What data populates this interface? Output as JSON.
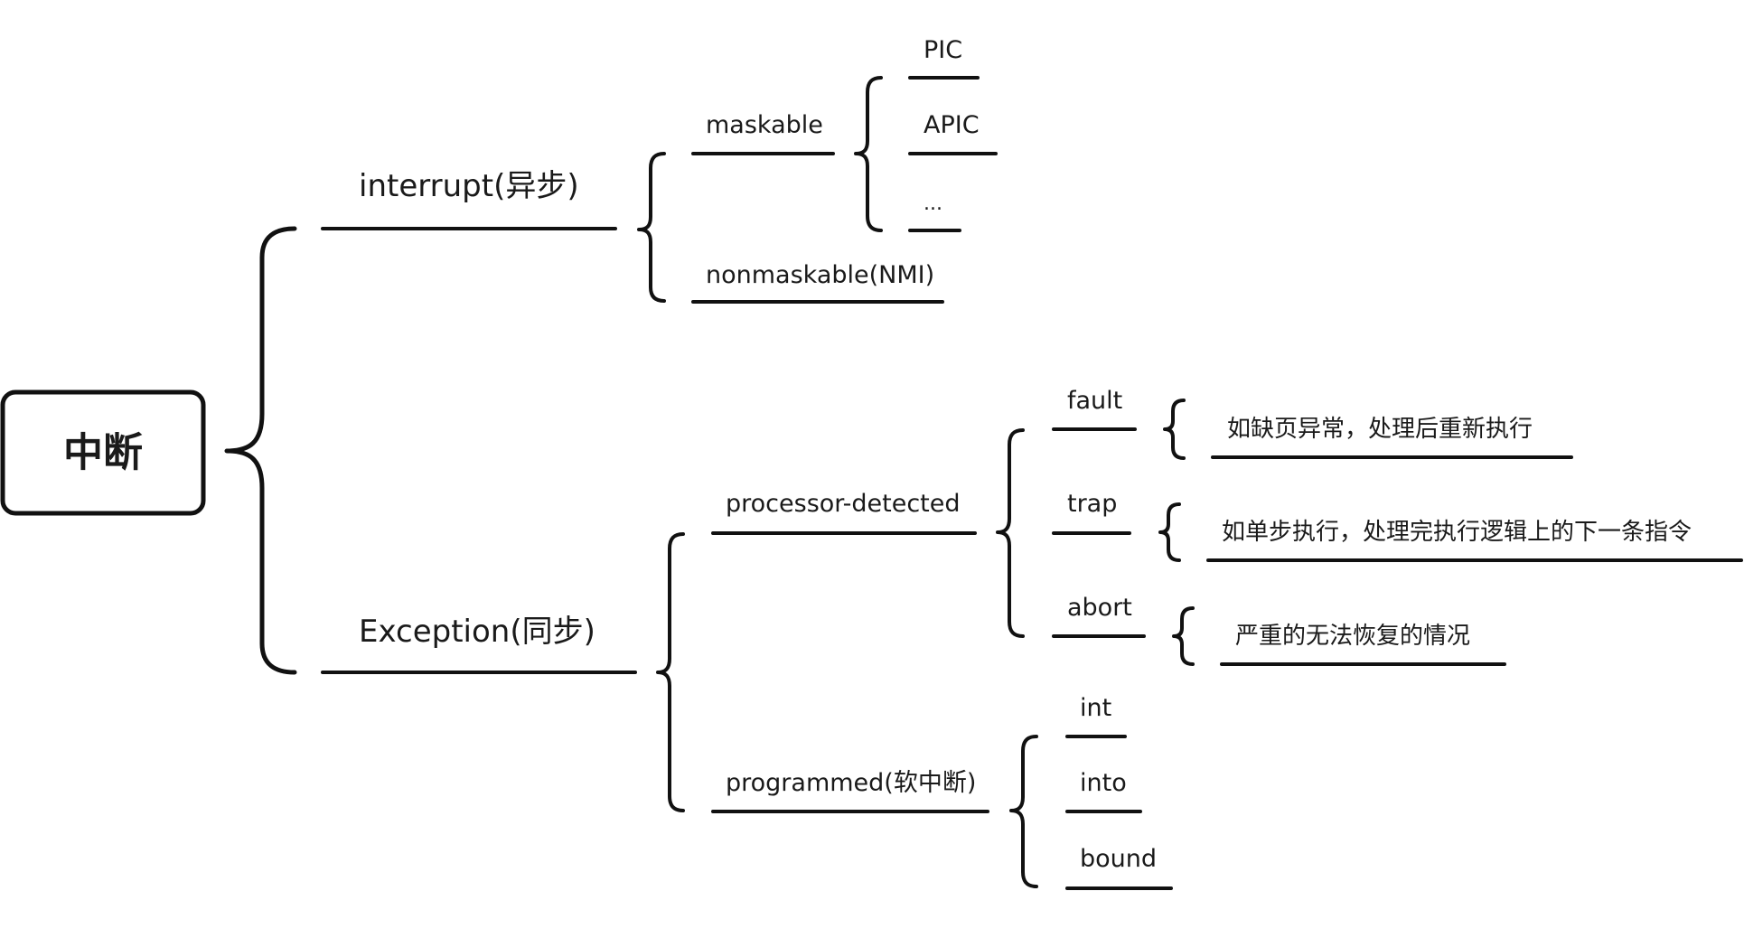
{
  "colors": {
    "line": "#111111",
    "text": "#1a1a1a",
    "root_text": "#2b3a9c"
  },
  "root": {
    "label": "中断"
  },
  "interrupt": {
    "label": "interrupt(异步)",
    "maskable": {
      "label": "maskable",
      "children": [
        "PIC",
        "APIC",
        "..."
      ]
    },
    "nonmaskable": {
      "label": "nonmaskable(NMI)"
    }
  },
  "exception": {
    "label": "Exception(同步)",
    "processor_detected": {
      "label": "processor-detected",
      "fault": {
        "label": "fault",
        "note": "如缺页异常，处理后重新执行"
      },
      "trap": {
        "label": "trap",
        "note": "如单步执行，处理完执行逻辑上的下一条指令"
      },
      "abort": {
        "label": "abort",
        "note": "严重的无法恢复的情况"
      }
    },
    "programmed": {
      "label": "programmed(软中断)",
      "children": [
        "int",
        "into",
        "bound"
      ]
    }
  }
}
